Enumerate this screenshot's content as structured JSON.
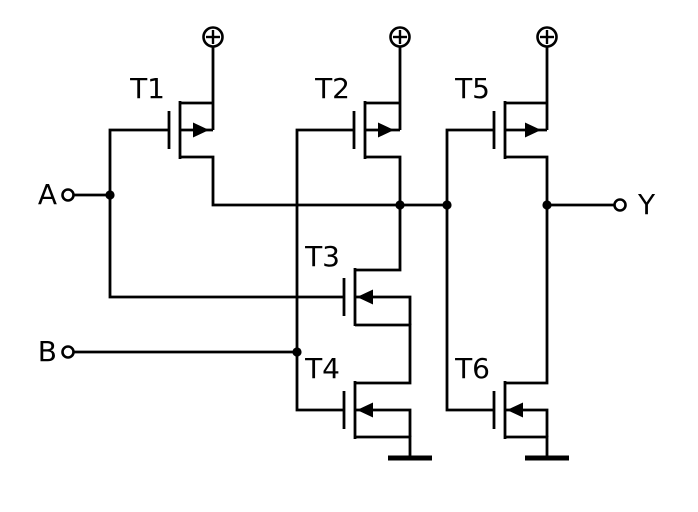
{
  "schematic": {
    "colors": {
      "line": "#000000",
      "background": "#ffffff"
    },
    "ports": {
      "input_a": "A",
      "input_b": "B",
      "output_y": "Y"
    },
    "transistors": [
      {
        "label": "T1",
        "channel": "p-channel"
      },
      {
        "label": "T2",
        "channel": "p-channel"
      },
      {
        "label": "T3",
        "channel": "n-channel"
      },
      {
        "label": "T4",
        "channel": "n-channel"
      },
      {
        "label": "T5",
        "channel": "p-channel"
      },
      {
        "label": "T6",
        "channel": "n-channel"
      }
    ],
    "symbols": {
      "power": "circled-plus-supply",
      "ground": "ground-bar"
    }
  }
}
